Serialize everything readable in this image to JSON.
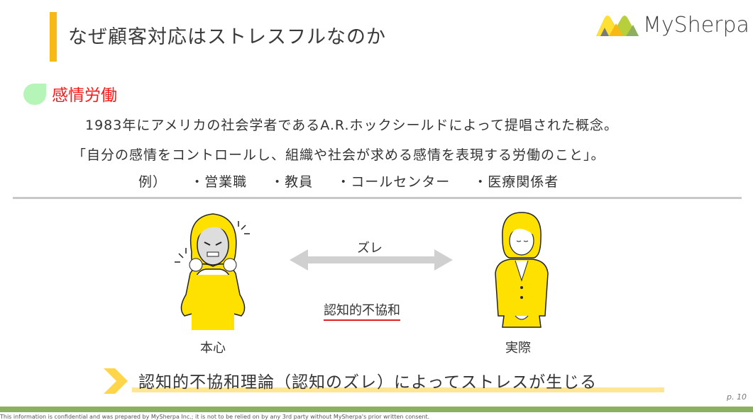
{
  "header": {
    "title": "なぜ顧客対応はストレスフルなのか",
    "logo_text": "MySherpa"
  },
  "section": {
    "heading": "感情労働"
  },
  "body": {
    "line1": "1983年にアメリカの社会学者であるA.R.ホックシールドによって提唱された概念。",
    "line2": "「自分の感情をコントロールし、組織や社会が求める感情を表現する労働のこと」。",
    "examples_label": "例）",
    "examples": [
      "・営業職",
      "・教員",
      "・コールセンター",
      "・医療関係者"
    ]
  },
  "diagram": {
    "arrow_label": "ズレ",
    "center_label": "認知的不協和",
    "left_label": "本心",
    "right_label": "実際"
  },
  "conclusion": "認知的不協和理論（認知のズレ）によってストレスが生じる",
  "page_number": "p. 10",
  "footer": "This information is confidential and was prepared by MySherpa Inc.; it is not to be relied on by any 3rd party without MySherpa's prior written consent.",
  "colors": {
    "accent": "#f9b914",
    "heading": "#ff1a1a",
    "footer_bar": "#8db060",
    "figure": "#ffe100"
  }
}
